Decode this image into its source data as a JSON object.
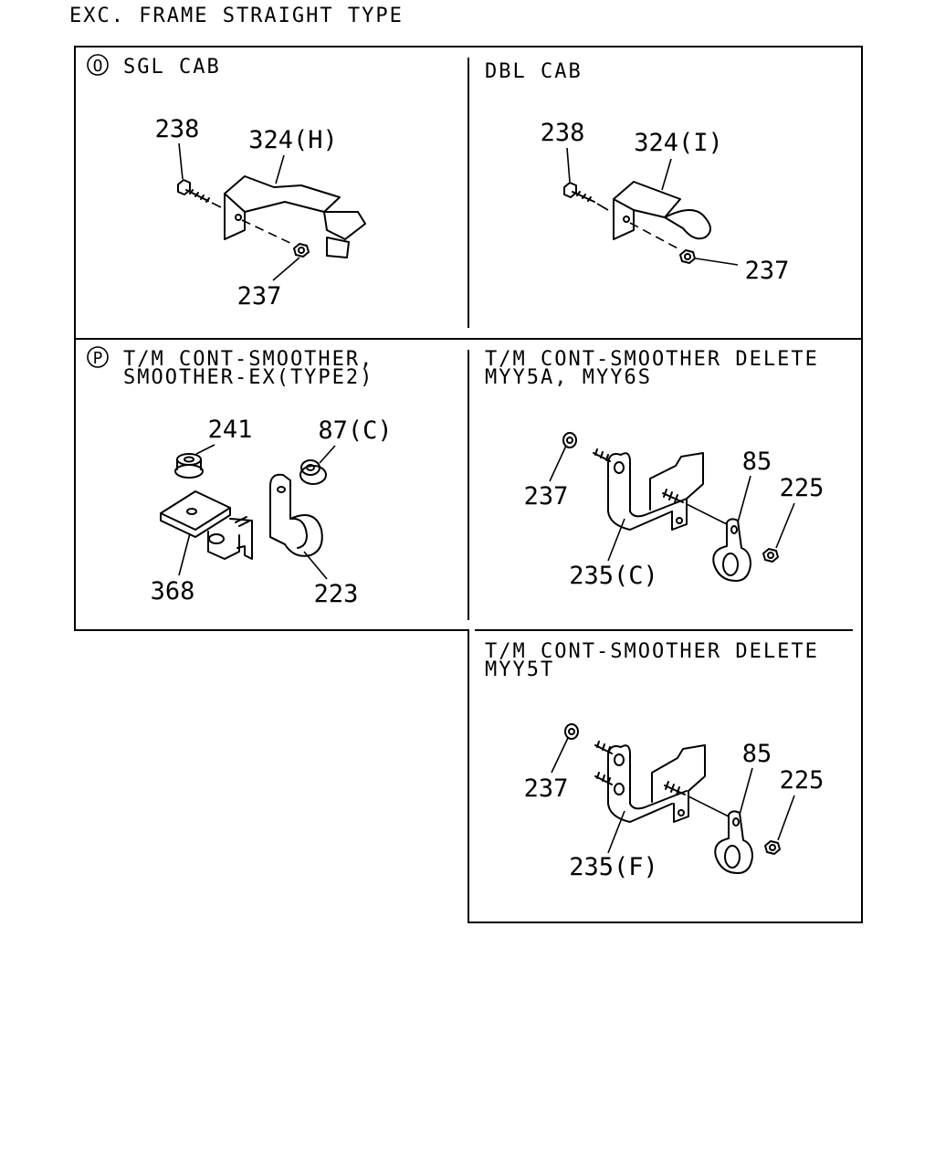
{
  "title": "EXC. FRAME STRAIGHT TYPE",
  "panels": {
    "sgl": {
      "marker": "O",
      "heading": "SGL CAB",
      "labels": {
        "bolt": "238",
        "bracket": "324(H)",
        "nut": "237"
      }
    },
    "dbl": {
      "heading": "DBL CAB",
      "labels": {
        "bolt": "238",
        "bracket": "324(I)",
        "nut": "237"
      }
    },
    "smoother": {
      "marker": "P",
      "heading_line1": "T/M CONT-SMOOTHER,",
      "heading_line2": "SMOOTHER-EX(TYPE2)",
      "labels": {
        "nut_a": "241",
        "nut_b": "87(C)",
        "bracket": "368",
        "clip": "223"
      }
    },
    "delete_a": {
      "heading_line1": "T/M CONT-SMOOTHER DELETE",
      "heading_line2": "MYY5A, MYY6S",
      "labels": {
        "nut": "237",
        "clamp": "85",
        "nut2": "225",
        "bracket": "235(C)"
      }
    },
    "delete_t": {
      "heading_line1": "T/M CONT-SMOOTHER DELETE",
      "heading_line2": "MYY5T",
      "labels": {
        "nut": "237",
        "clamp": "85",
        "nut2": "225",
        "bracket": "235(F)"
      }
    }
  }
}
